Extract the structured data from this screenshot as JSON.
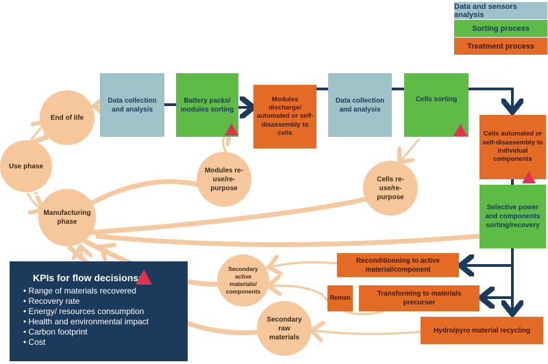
{
  "legend": [
    {
      "label": "Data and sensors analysis",
      "color": "#9dc3c8"
    },
    {
      "label": "Sorting process",
      "color": "#5dbb46"
    },
    {
      "label": "Treatment process",
      "color": "#e46b25"
    }
  ],
  "circles": {
    "end_of_life": "End of life",
    "use_phase": "Use phase",
    "manufacturing": "Manufacturing phase",
    "modules_reuse": "Modules re-use/re-purpose",
    "cells_reuse": "Cells re-use/re-purpose",
    "secondary_active": "Secondary active materials/ components",
    "secondary_raw": "Secondary raw materials"
  },
  "boxes": {
    "data_collection_1": "Data collection and analysis",
    "battery_sorting": "Battery packs/ modules sorting",
    "modules_discharge": "Modules discharge/ automated or self-disassembly to cells",
    "data_collection_2": "Data collection and analysis",
    "cells_sorting": "Cells sorting",
    "cells_disassembly": "Cells automated or self-disassembly to individual components",
    "selective_sorting": "Selective power and components sorting/recovery",
    "reconditioning": "Reconditionning to active material/component",
    "reman": "Reman",
    "transforming": "Transforming to materials precursor",
    "hydro_pyro": "Hydro/pyro material recycling"
  },
  "kpi": {
    "title": "KPIs for flow decisions:",
    "items": [
      "Range of materials recovered",
      "Recovery rate",
      "Energy/ resources consumption",
      "Health and environmental impact",
      "Carbon footprint",
      "Cost"
    ]
  }
}
